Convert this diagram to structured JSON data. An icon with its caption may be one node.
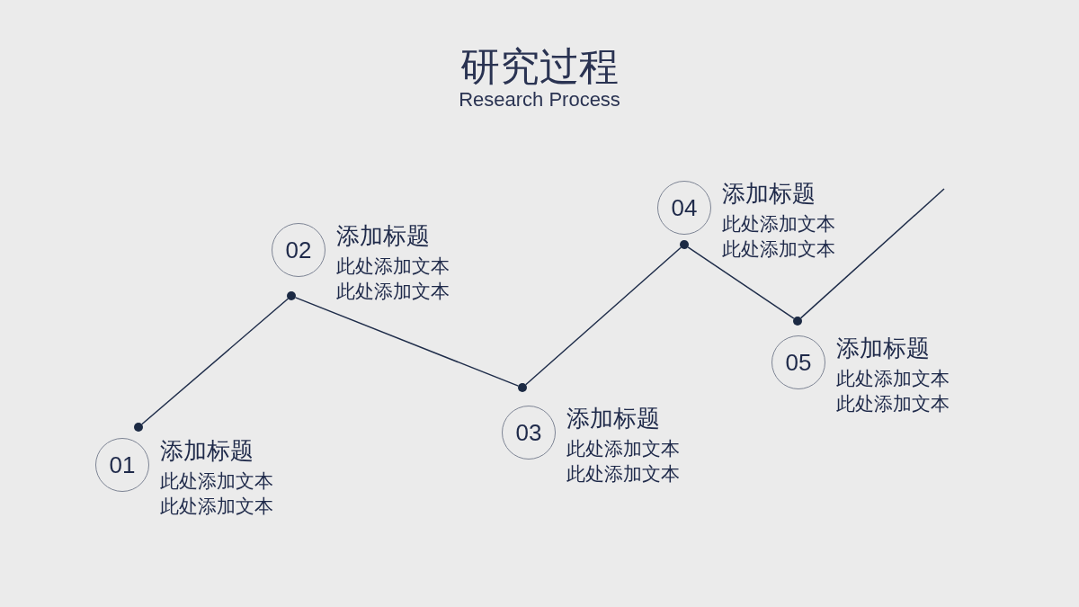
{
  "diagram": {
    "title": "研究过程",
    "nodes": [
      {
        "text": [
          "01"
        ],
        "beside": [
          "添加标题",
          "此处添加文本",
          "此处添加文本"
        ]
      },
      {
        "text": [
          "02"
        ],
        "beside": [
          "添加标题",
          "此处添加文本",
          "此处添加文本"
        ]
      },
      {
        "text": [
          "03"
        ],
        "beside": [
          "添加标题",
          "此处添加文本",
          "此处添加文本"
        ]
      },
      {
        "text": [
          "04"
        ],
        "beside": [
          "添加标题",
          "此处添加文本",
          "此处添加文本"
        ]
      },
      {
        "text": [
          "05"
        ],
        "beside": [
          "添加标题",
          "此处添加文本",
          "此处添加文本"
        ]
      },
      {
        "text": [],
        "shape": "circle"
      },
      {
        "text": [],
        "shape": "circle"
      },
      {
        "text": [],
        "shape": "circle"
      },
      {
        "text": [],
        "shape": "circle"
      },
      {
        "text": [],
        "shape": "circle"
      }
    ],
    "edges": [
      {
        "from": 5,
        "to": 6,
        "arrow": "none"
      },
      {
        "from": 6,
        "to": 7,
        "arrow": "none"
      },
      {
        "from": 7,
        "to": 8,
        "arrow": "none"
      },
      {
        "from": 8,
        "to": 9,
        "arrow": "none"
      },
      {
        "from": 9,
        "to": null,
        "arrow": "none"
      }
    ],
    "labels": [
      "Research Process"
    ]
  }
}
